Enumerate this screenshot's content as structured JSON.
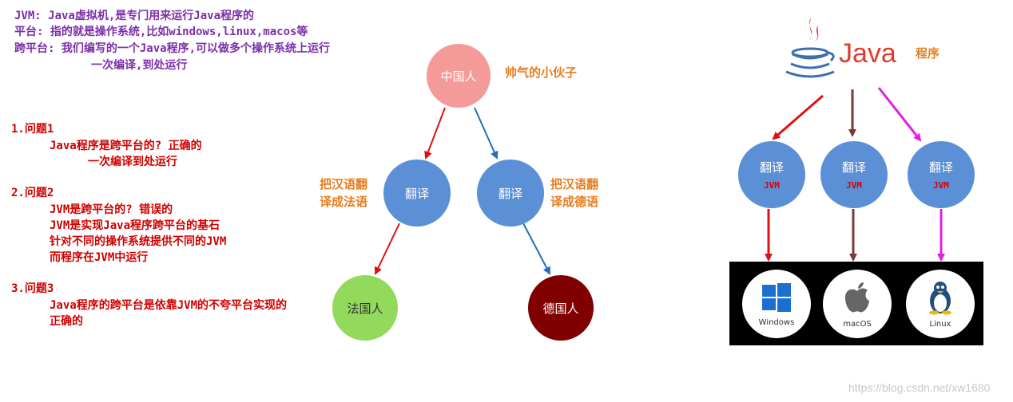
{
  "intro": {
    "line1": "JVM: Java虚拟机,是专门用来运行Java程序的",
    "line2": "平台: 指的就是操作系统,比如windows,linux,macos等",
    "line3": "跨平台: 我们编写的一个Java程序,可以做多个操作系统上运行",
    "line4": "一次编译,到处运行"
  },
  "questions": {
    "q1_title": "1.问题1",
    "q1_l1": "Java程序是跨平台的?   正确的",
    "q1_l2": "一次编译到处运行",
    "q2_title": "2.问题2",
    "q2_l1": "JVM是跨平台的? 错误的",
    "q2_l2": "JVM是实现Java程序跨平台的基石",
    "q2_l3": "针对不同的操作系统提供不同的JVM",
    "q2_l4": "而程序在JVM中运行",
    "q3_title": "3.问题3",
    "q3_l1": "Java程序的跨平台是依靠JVM的不夸平台实现的",
    "q3_l2": "正确的"
  },
  "analogy": {
    "root": "中国人",
    "root_note": "帅气的小伙子",
    "translator_left": "翻译",
    "translator_right": "翻译",
    "left_note_1": "把汉语翻",
    "left_note_2": "译成法语",
    "right_note_1": "把汉语翻",
    "right_note_2": "译成德语",
    "leaf_left": "法国人",
    "leaf_right": "德国人",
    "colors": {
      "root": "#f49a98",
      "translator": "#5b8fd6",
      "leaf_left": "#92d95c",
      "leaf_right": "#800000"
    }
  },
  "java_side": {
    "logo_text": "Java",
    "program_label": "程序",
    "jvms": [
      {
        "title": "翻译",
        "sub": "JVM"
      },
      {
        "title": "翻译",
        "sub": "JVM"
      },
      {
        "title": "翻译",
        "sub": "JVM"
      }
    ],
    "os": [
      {
        "label": "Windows",
        "icon": "windows-logo-icon"
      },
      {
        "label": "macOS",
        "icon": "apple-logo-icon"
      },
      {
        "label": "Linux",
        "icon": "linux-tux-icon"
      }
    ],
    "colors": {
      "logo": "#e23a2d",
      "logo_cup": "#3c6fb1",
      "arrow_left": "#e01010",
      "arrow_mid": "#7b3a3a",
      "arrow_right": "#e020e0",
      "os_panel": "#000000"
    }
  },
  "watermark": "https://blog.csdn.net/xw1680"
}
